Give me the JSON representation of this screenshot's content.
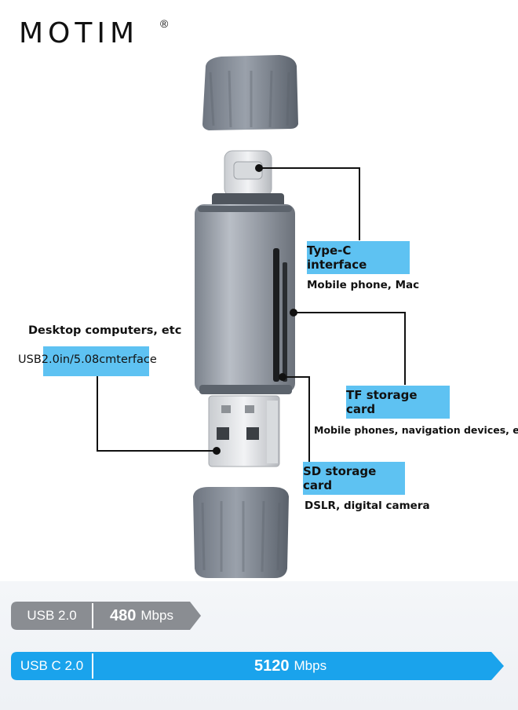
{
  "brand": {
    "name": "MOTIM",
    "mark": "®"
  },
  "callouts": {
    "typec": {
      "title": "Type-C interface",
      "sub": "Mobile phone, Mac"
    },
    "tf": {
      "title": "TF storage card",
      "sub": "Mobile phones, navigation devices, etc"
    },
    "sd": {
      "title": "SD storage card",
      "sub": "DSLR, digital camera"
    },
    "usb": {
      "title": "Desktop computers, etc",
      "line": "USB2.0in/5.08cmterface"
    }
  },
  "speeds": [
    {
      "label": "USB 2.0",
      "value": "480",
      "unit": "Mbps"
    },
    {
      "label": "USB C 2.0",
      "value": "5120",
      "unit": "Mbps"
    }
  ],
  "colors": {
    "accent_blue": "#5ec2f2",
    "bar_gray": "#8a8d92",
    "bar_blue": "#1aa3ec"
  }
}
